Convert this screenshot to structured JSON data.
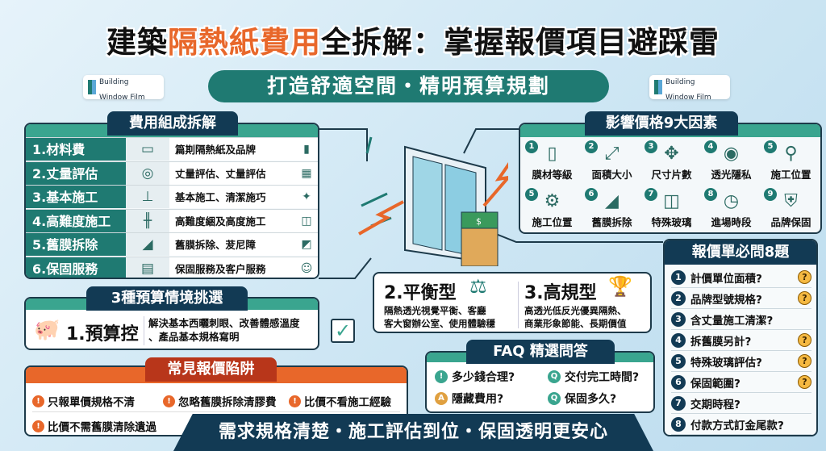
{
  "title": {
    "pre": "建築",
    "highlight": "隔熱紙費用",
    "post": "全拆解：掌握報價項目避踩雷"
  },
  "subtitle": "打造舒適空間・精明預算規劃",
  "logo": {
    "line1": "Building",
    "line2": "Window Film"
  },
  "colors": {
    "teal": "#1f7a72",
    "navy": "#123a54",
    "orange": "#e8672a",
    "accent_green": "#3aa58f"
  },
  "cost": {
    "title": "費用組成拆解",
    "rows": [
      {
        "label": "1.材料費",
        "icon": "film-roll-icon",
        "desc": "篇剘隔熱紙及品牌",
        "icon2": "brand-logo-icon"
      },
      {
        "label": "2.丈量評估",
        "icon": "tape-measure-icon",
        "desc": "丈量評估、丈量評估",
        "icon2": "clipboard-icon"
      },
      {
        "label": "3.基本施工",
        "icon": "squeegee-icon",
        "desc": "基本施工、清潔施巧",
        "icon2": "broom-icon"
      },
      {
        "label": "4.高難度施工",
        "icon": "scaffold-icon",
        "desc": "高難度綑及高度施工",
        "icon2": "window-icon"
      },
      {
        "label": "5.舊膜拆除",
        "icon": "scraper-icon",
        "desc": "舊膜拆除、茇尼障",
        "icon2": "peeling-film-icon"
      },
      {
        "label": "6.保固服務",
        "icon": "certificate-icon",
        "desc": "保固服務及客户服務",
        "icon2": "support-agent-icon"
      }
    ]
  },
  "factors": {
    "title": "影響價格9大因素",
    "items": [
      {
        "num": "1",
        "label": "膜材等級",
        "icon": "film-icon"
      },
      {
        "num": "2",
        "label": "面積大小",
        "icon": "area-icon"
      },
      {
        "num": "3",
        "label": "尺寸片數",
        "icon": "resize-icon"
      },
      {
        "num": "4",
        "label": "透光隱私",
        "icon": "eye-icon"
      },
      {
        "num": "5",
        "label": "施工位置",
        "icon": "location-pin-icon"
      },
      {
        "num": "5",
        "label": "施工位置",
        "icon": "tools-gear-icon"
      },
      {
        "num": "6",
        "label": "舊膜拆除",
        "icon": "scraper-icon"
      },
      {
        "num": "7",
        "label": "特殊玻璃",
        "icon": "glass-icon"
      },
      {
        "num": "8",
        "label": "進場時段",
        "icon": "clock-icon"
      },
      {
        "num": "9",
        "label": "品牌保固",
        "icon": "shield-check-icon"
      }
    ]
  },
  "questions": {
    "title": "報價單必問8題",
    "items": [
      {
        "num": "1",
        "text": "計價單位面積?",
        "mark": true
      },
      {
        "num": "2",
        "text": "品牌型號規格?",
        "mark": true
      },
      {
        "num": "3",
        "text": "含丈量施工清潔?",
        "mark": false
      },
      {
        "num": "4",
        "text": "拆舊膜另計?",
        "mark": true
      },
      {
        "num": "5",
        "text": "特殊玻璃評估?",
        "mark": true
      },
      {
        "num": "6",
        "text": "保固範圍?",
        "mark": true
      },
      {
        "num": "7",
        "text": "交期時程?",
        "mark": false
      },
      {
        "num": "8",
        "text": "付款方式訂金尾款?",
        "mark": false
      }
    ]
  },
  "budget": {
    "title": "3種預算情境挑選",
    "opt1": {
      "label": "1.預算控",
      "desc1": "解決基本西曬刺眼、改善體感溫度",
      "desc2": "、產品基本規格寫明"
    },
    "opt2": {
      "label": "2.平衡型",
      "desc1": "隔熱透光視覺平衡、客廳",
      "desc2": "客大窗辦公室、使用體驗穩"
    },
    "opt3": {
      "label": "3.高規型",
      "desc1": "高透光低反光優異隔熱、",
      "desc2": "商業形象節能、長期價值"
    }
  },
  "traps": {
    "title": "常見報價陷阱",
    "items": [
      "只報單價規格不清",
      "忽略舊膜拆除清膠費",
      "比價不看施工經驗",
      "比價不需舊膜清除遺過"
    ]
  },
  "faq": {
    "title": "FAQ 精選問答",
    "items": [
      "多少錢合理?",
      "交付完工時間?",
      "隱藏費用?",
      "保固多久?"
    ]
  },
  "banner": "需求規格清楚・施工評估到位・保固透明更安心"
}
